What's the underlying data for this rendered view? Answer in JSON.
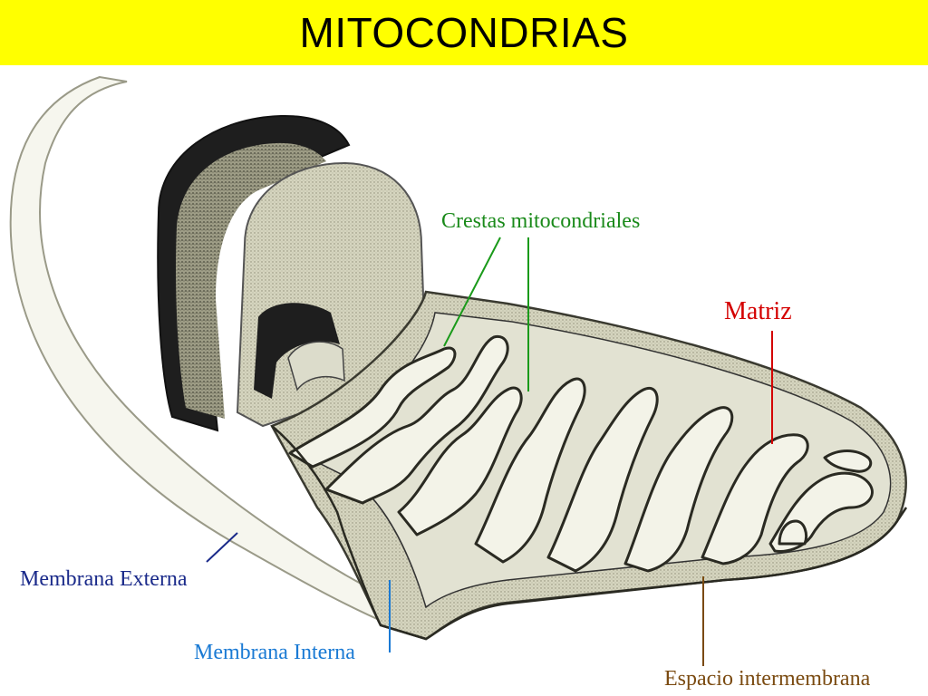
{
  "title": "MITOCONDRIAS",
  "labels": {
    "crestas": {
      "text": "Crestas mitocondriales",
      "color": "#1a8a1a"
    },
    "matriz": {
      "text": "Matriz",
      "color": "#d40000"
    },
    "externa": {
      "text": "Membrana Externa",
      "color": "#1a2a8a"
    },
    "interna": {
      "text": "Membrana Interna",
      "color": "#1a7ad4"
    },
    "espacio": {
      "text": "Espacio intermembrana",
      "color": "#7a4a10"
    }
  },
  "colors": {
    "header": "#ffff00",
    "membrane_fill": "#c9c8b0",
    "membrane_dark": "#1e1e1e",
    "matrix_fill": "#dcdccb"
  }
}
